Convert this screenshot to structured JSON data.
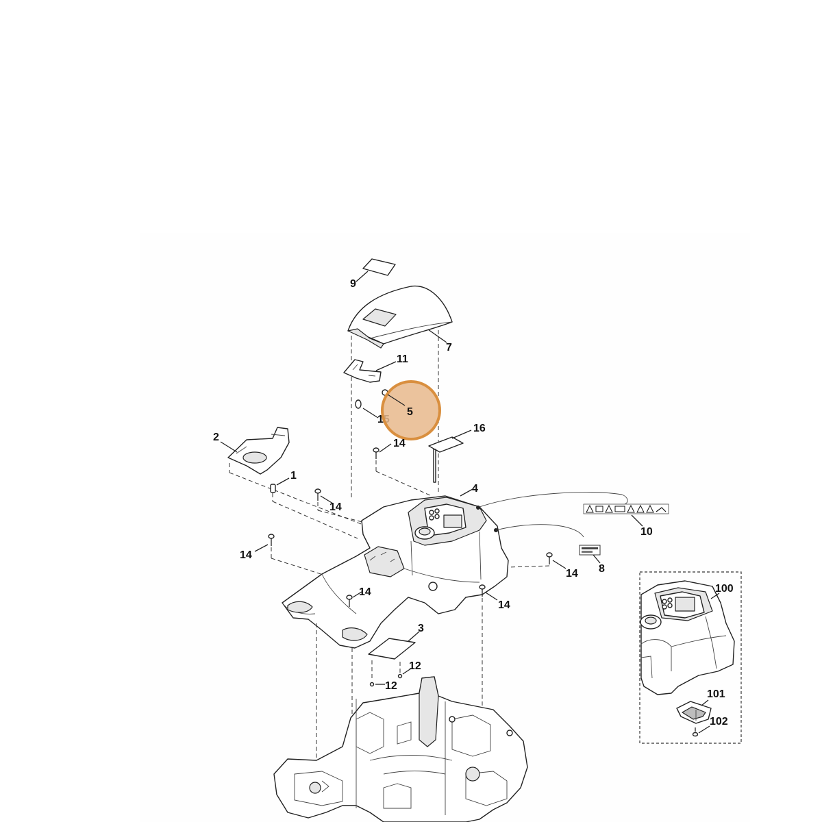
{
  "highlight": {
    "label": "5",
    "color": "#d98f3f",
    "fill": "#e8b98c"
  },
  "callouts": {
    "c9": "9",
    "c7": "7",
    "c11": "11",
    "c5": "5",
    "c15": "15",
    "c16": "16",
    "c2": "2",
    "c14a": "14",
    "c1": "1",
    "c4": "4",
    "c14b": "14",
    "c10": "10",
    "c14c": "14",
    "c8": "8",
    "c14d": "14",
    "c14e": "14",
    "c14f": "14",
    "c3": "3",
    "c12a": "12",
    "c12b": "12",
    "c100": "100",
    "c101": "101",
    "c102": "102"
  }
}
